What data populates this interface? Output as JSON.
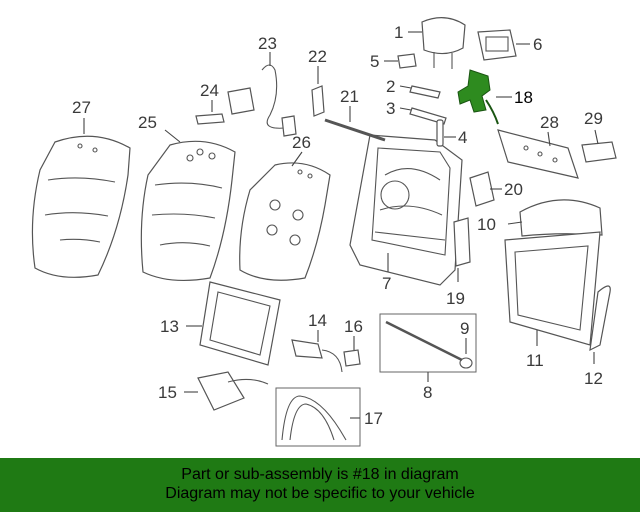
{
  "diagram": {
    "highlight_part": "18",
    "highlight_color": "#2e8b1f",
    "labels": {
      "p1": "1",
      "p2": "2",
      "p3": "3",
      "p4": "4",
      "p5": "5",
      "p6": "6",
      "p7": "7",
      "p8": "8",
      "p9": "9",
      "p10": "10",
      "p11": "11",
      "p12": "12",
      "p13": "13",
      "p14": "14",
      "p15": "15",
      "p16": "16",
      "p17": "17",
      "p18": "18",
      "p19": "19",
      "p20": "20",
      "p21": "21",
      "p22": "22",
      "p23": "23",
      "p24": "24",
      "p25": "25",
      "p26": "26",
      "p27": "27",
      "p28": "28",
      "p29": "29"
    }
  },
  "banner": {
    "line1": "Part or sub-assembly is #18 in diagram",
    "line2": "Diagram may not be specific to your vehicle",
    "background": "#1f7a14"
  }
}
